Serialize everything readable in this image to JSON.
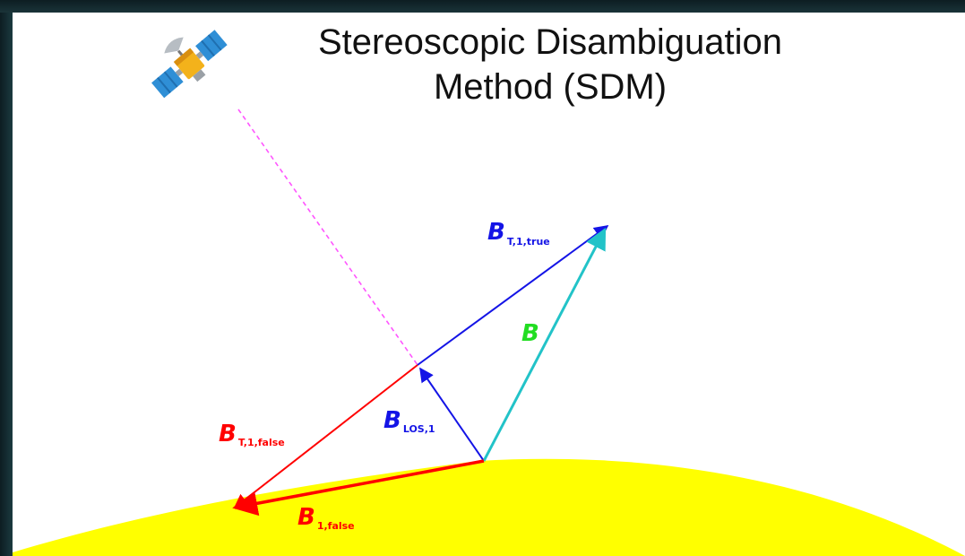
{
  "title": {
    "line1": "Stereoscopic Disambiguation",
    "line2": "Method (SDM)"
  },
  "icons": {
    "satellite": "satellite-icon"
  },
  "colors": {
    "sun": "#ffff00",
    "line_of_sight": "#ff55ff",
    "true_vector": "#1414e6",
    "field_vector": "#22c3c8",
    "field_label": "#22dd22",
    "false_vector": "#ff0000"
  },
  "labels": {
    "b_true": {
      "main": "B",
      "sub": "T,1,true"
    },
    "b": {
      "main": "B"
    },
    "b_los": {
      "main": "B",
      "sub": "LOS,1"
    },
    "b_t_false": {
      "main": "B",
      "sub": "T,1,false"
    },
    "b_false": {
      "main": "B",
      "sub": "1,false"
    }
  }
}
